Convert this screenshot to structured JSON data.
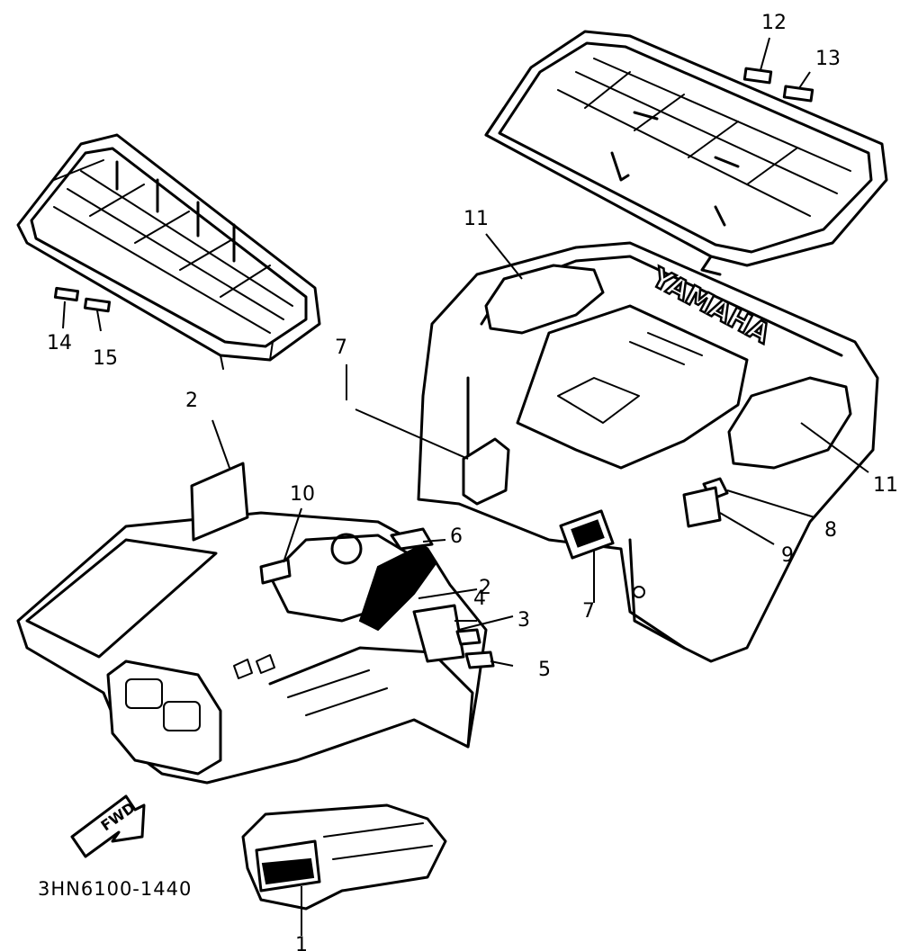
{
  "callouts": {
    "c1": "1",
    "c2a": "2",
    "c2b": "2",
    "c3": "3",
    "c4": "4",
    "c5": "5",
    "c6": "6",
    "c7a": "7",
    "c7b": "7",
    "c8": "8",
    "c9": "9",
    "c10": "10",
    "c11a": "11",
    "c11b": "11",
    "c12": "12",
    "c13": "13",
    "c14": "14",
    "c15": "15"
  },
  "emblem_text": "YAMAHA",
  "direction_label": "FWD",
  "diagram_code": "3HN6100-1440"
}
